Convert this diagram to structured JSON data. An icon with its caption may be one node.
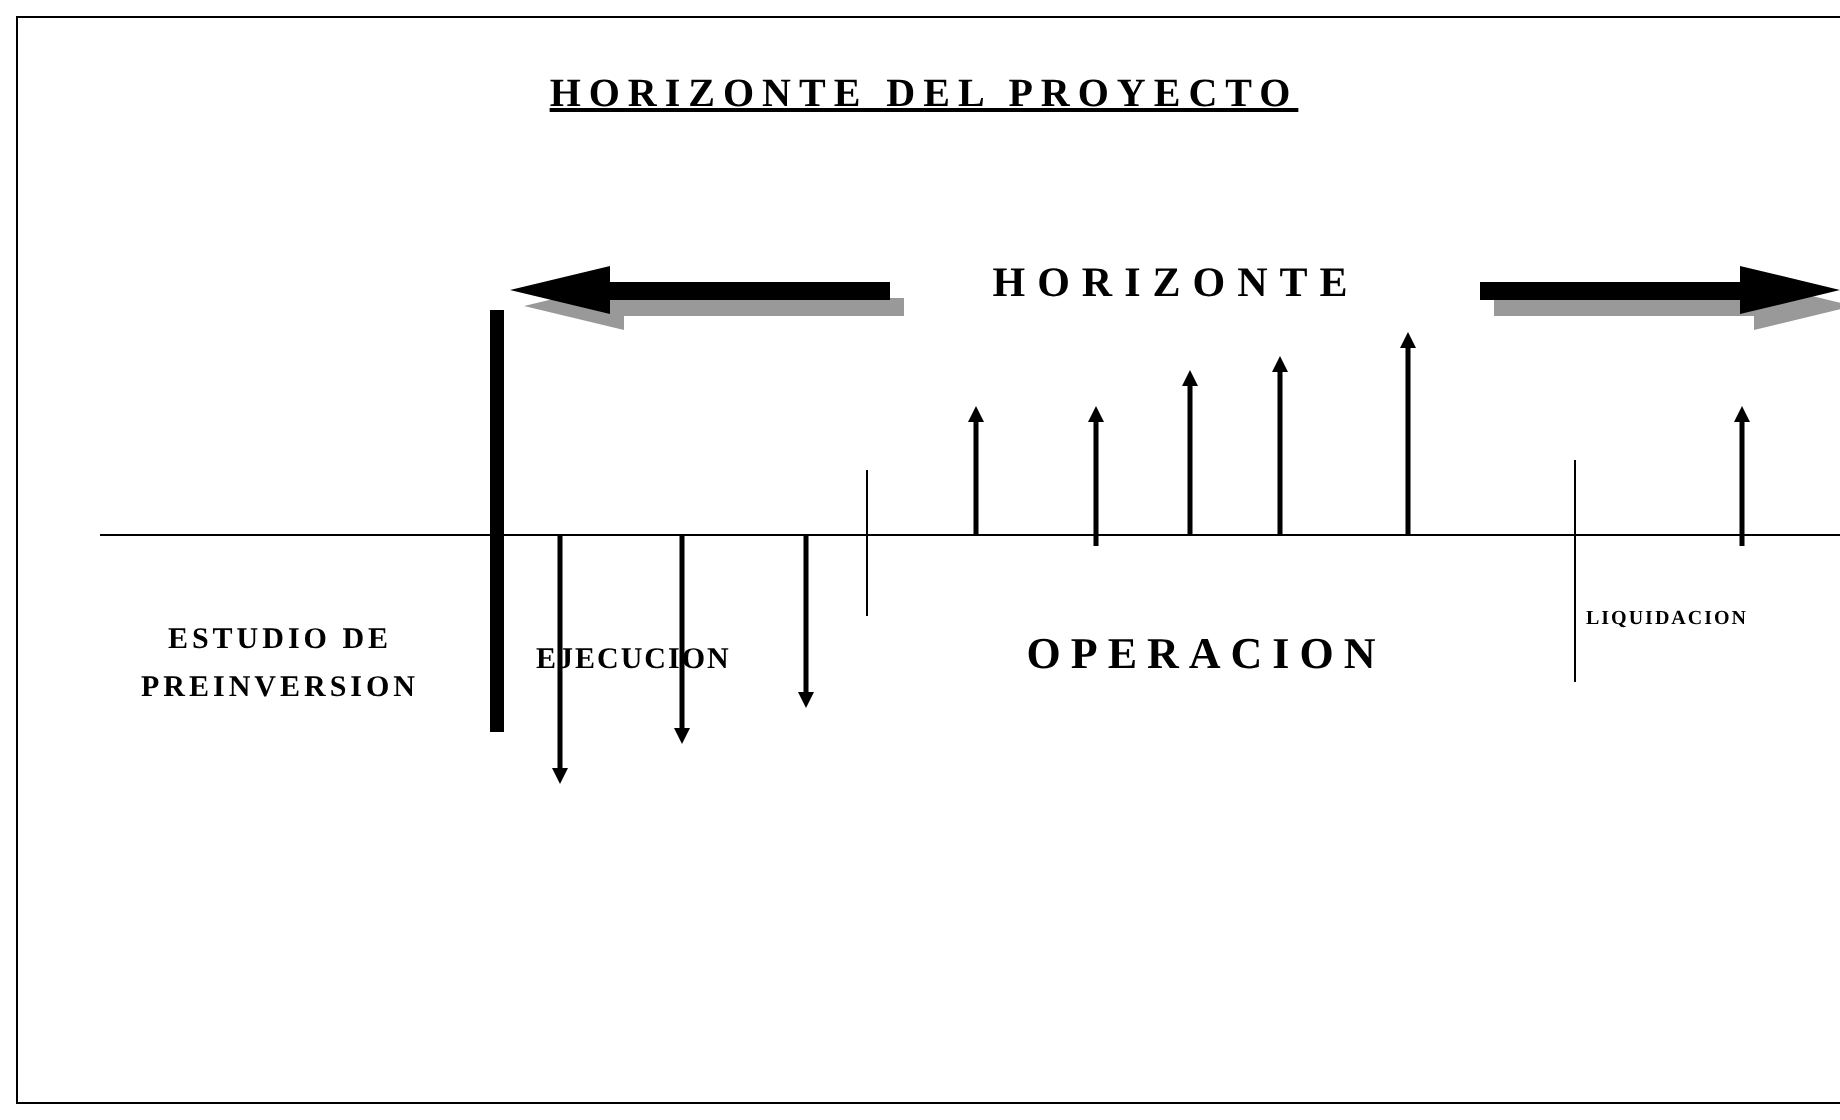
{
  "diagram": {
    "title": "HORIZONTE DEL PROYECTO",
    "labels": [
      "HORIZONTE",
      "ESTUDIO DE PREINVERSION",
      "EJECUCION",
      "OPERACION",
      "LIQUIDACION"
    ]
  }
}
